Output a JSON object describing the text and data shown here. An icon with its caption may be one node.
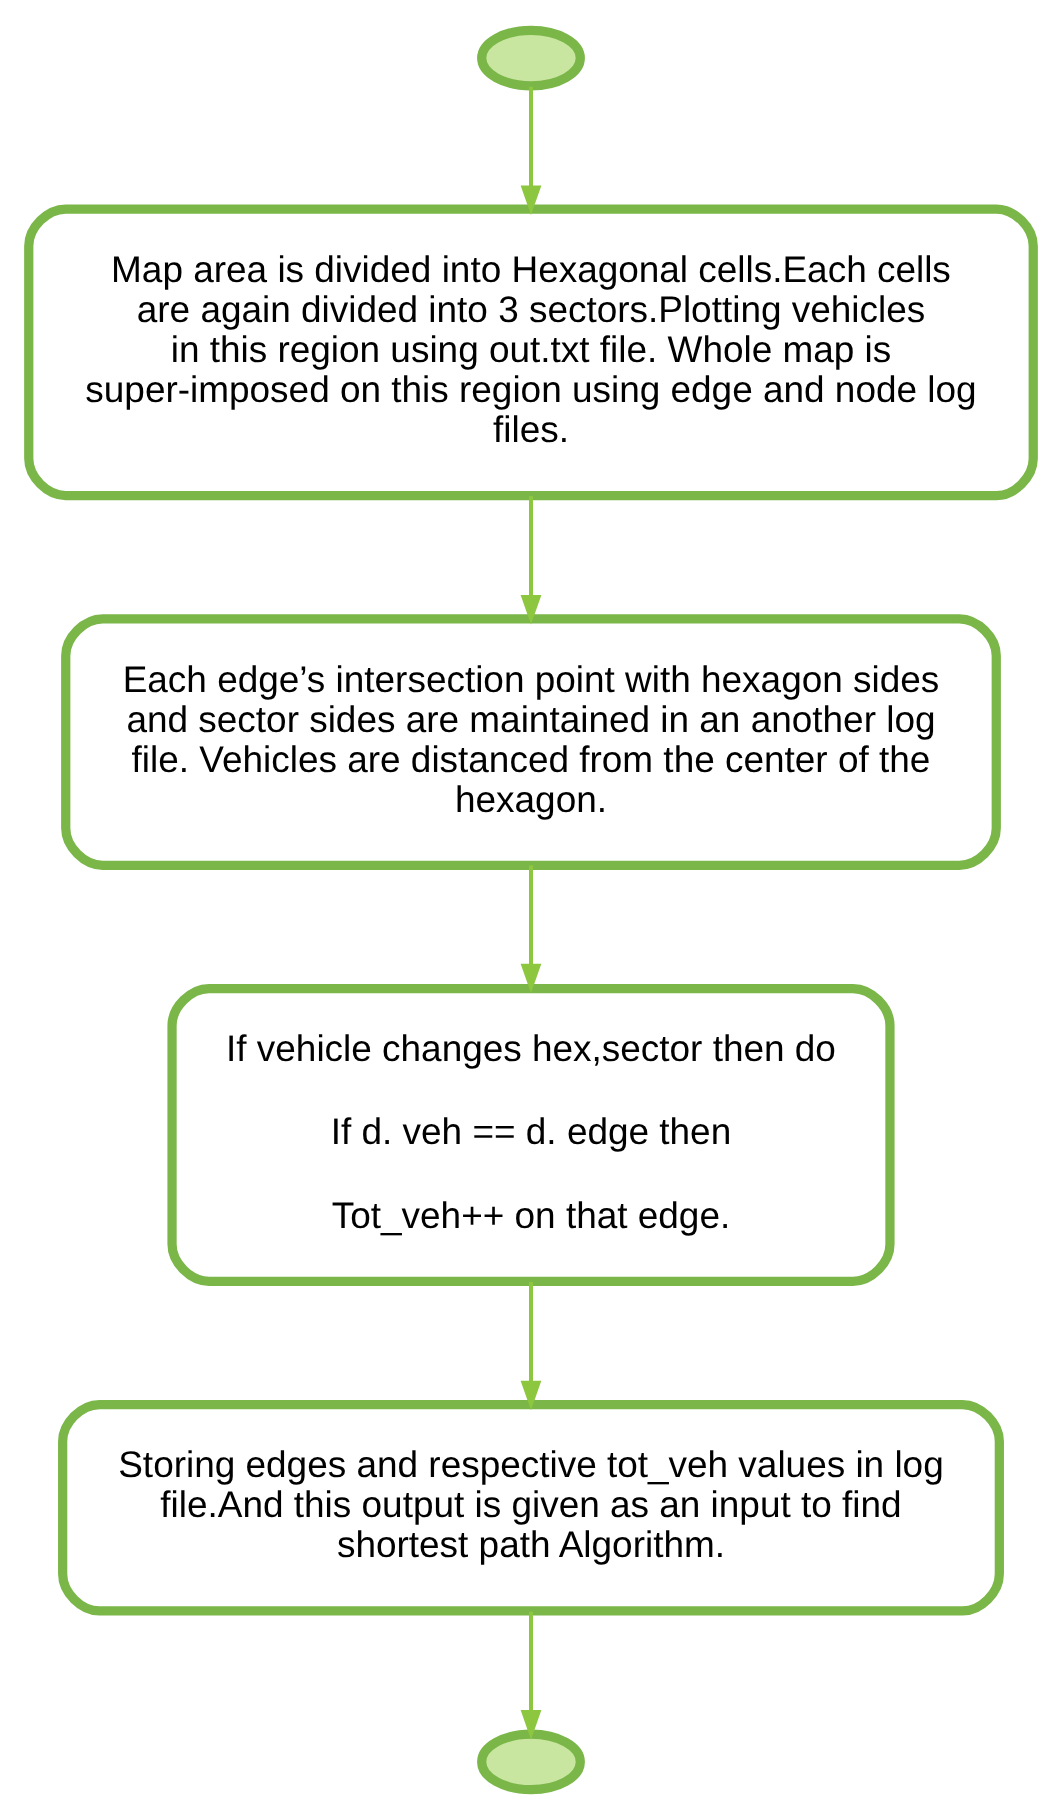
{
  "diagram": {
    "nodes": [
      {
        "text": [],
        "shape": "ellipse"
      },
      {
        "text": [
          "Map area is divided into Hexagonal cells.Each cells are again divided into 3 sectors.Plotting vehicles in this region using out.txt file. Whole map is super-imposed on this region using edge and node log files."
        ]
      },
      {
        "text": [
          "Each edge’s intersection point with hexagon sides and sector sides are maintained in an another log file. Vehicles are distanced from the center of the hexagon."
        ]
      },
      {
        "text": [
          "If vehicle changes hex,sector then do",
          "If d. veh == d. edge then",
          "Tot_veh++ on that edge."
        ]
      },
      {
        "text": [
          "Storing edges and respective tot_veh values in log file.And this output is given as an input to find shortest path Algorithm."
        ]
      },
      {
        "text": [],
        "shape": "ellipse"
      }
    ],
    "edges": [
      {
        "from": 0,
        "to": 1,
        "arrow": "to"
      },
      {
        "from": 1,
        "to": 2,
        "arrow": "to"
      },
      {
        "from": 2,
        "to": 3,
        "arrow": "to"
      },
      {
        "from": 3,
        "to": 4,
        "arrow": "to"
      },
      {
        "from": 4,
        "to": 5,
        "arrow": "to"
      }
    ]
  }
}
